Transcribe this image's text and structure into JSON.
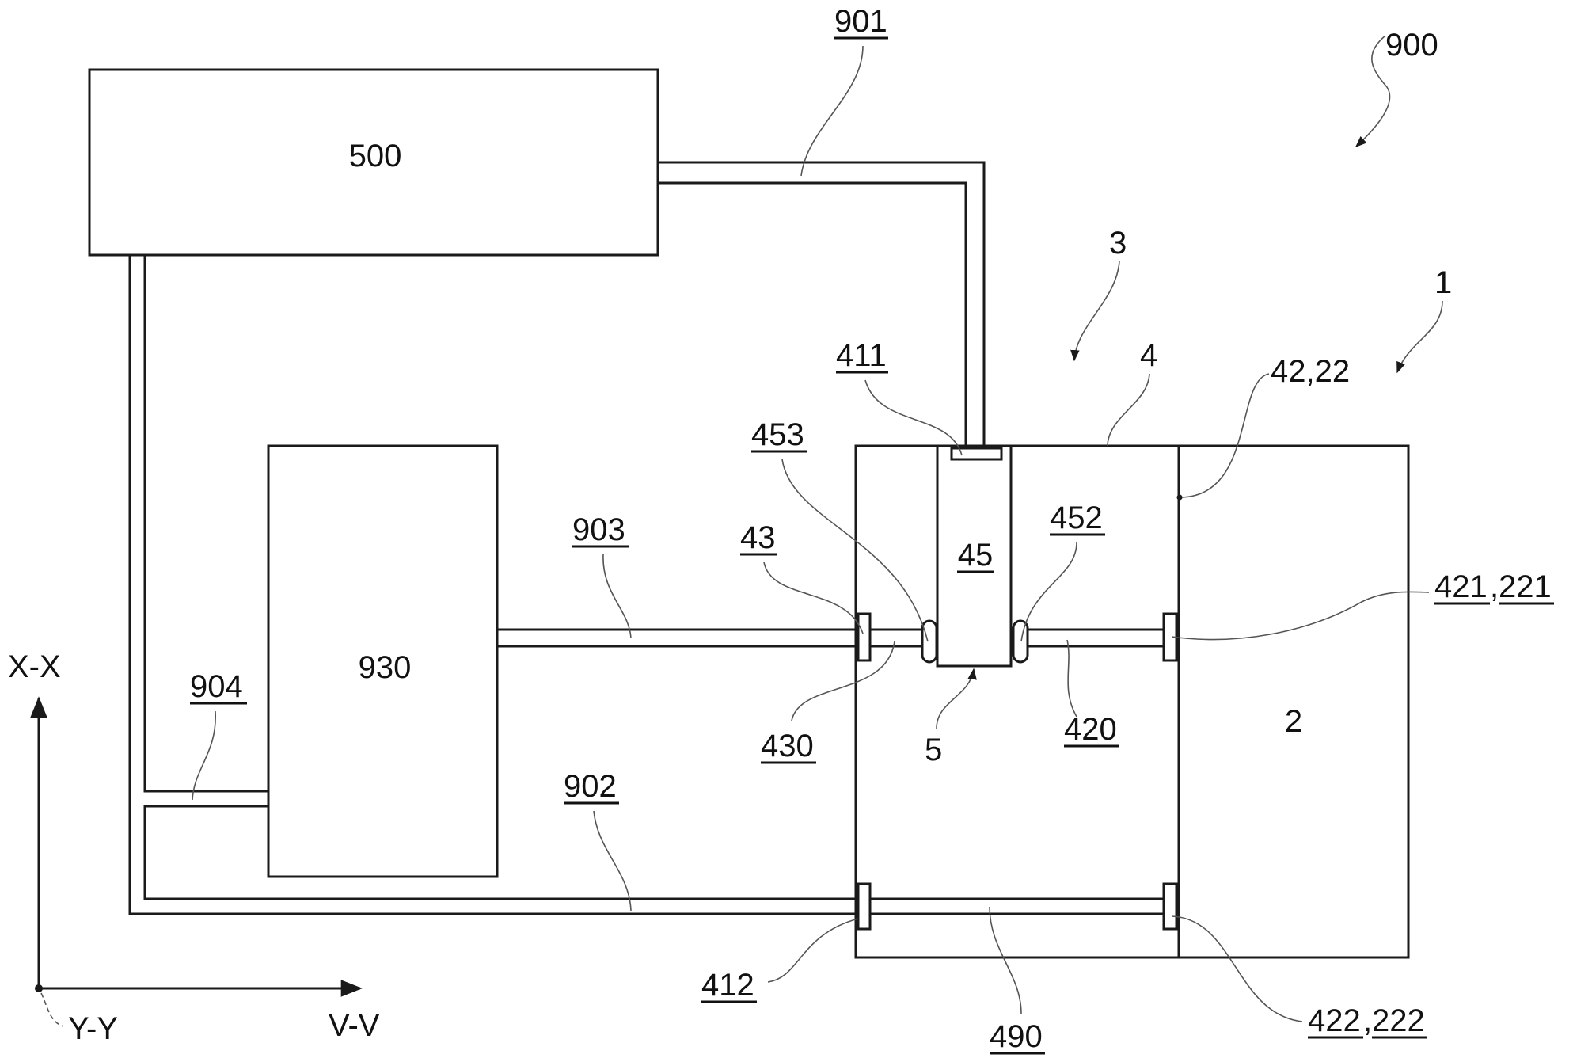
{
  "figure": {
    "components": {
      "controller": "500",
      "unit_930": "930",
      "module_2": "2",
      "module_45": "45"
    },
    "labels": {
      "l900": "900",
      "l901": "901",
      "l3": "3",
      "l1": "1",
      "l411": "411",
      "l4": "4",
      "l42_22": "42,22",
      "l453": "453",
      "l452": "452",
      "l903": "903",
      "l43": "43",
      "l421": "421",
      "l221": "221",
      "l904": "904",
      "l430": "430",
      "l5": "5",
      "l420": "420",
      "l902": "902",
      "l412": "412",
      "l490": "490",
      "l422": "422",
      "l222": "222"
    },
    "axes": {
      "vertical": "X-X",
      "horizontal": "V-V",
      "depth": "Y-Y"
    },
    "colors": {
      "line": "#1a1a1a",
      "leader": "#555555",
      "background": "#ffffff"
    }
  }
}
